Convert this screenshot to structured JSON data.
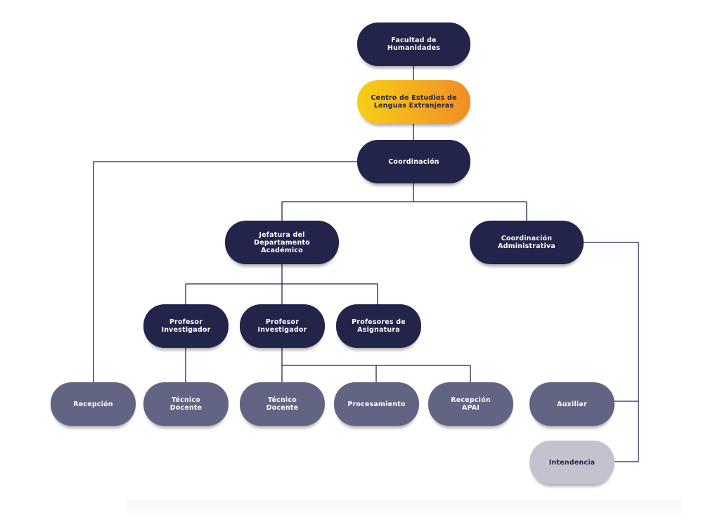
{
  "nodes": {
    "facultad": "Facultad de\nHumanidades",
    "centro": "Centro de Estudios de\nLenguas Extranjeras",
    "coordinacion": "Coordinación",
    "jefatura": "Jefatura del\nDepartamento\nAcadémico",
    "coord_admin": "Coordinación\nAdministrativa",
    "prof_inv_1": "Profesor\nInvestigador",
    "prof_inv_2": "Profesor\nInvestigador",
    "prof_asig": "Profesores de\nAsignatura",
    "recepcion": "Recepción",
    "tecnico_1": "Técnico\nDocente",
    "tecnico_2": "Técnico\nDocente",
    "procesamiento": "Procesamiento",
    "recepcion_apai": "Recepción\nAPAI",
    "auxiliar": "Auxiliar",
    "intendencia": "Intendencia"
  },
  "colors": {
    "dark": "#22244a",
    "gray": "#616482",
    "light": "#c3c3cf",
    "gold_start": "#f7ce17",
    "gold_end": "#f08e26",
    "line": "#22244a"
  }
}
